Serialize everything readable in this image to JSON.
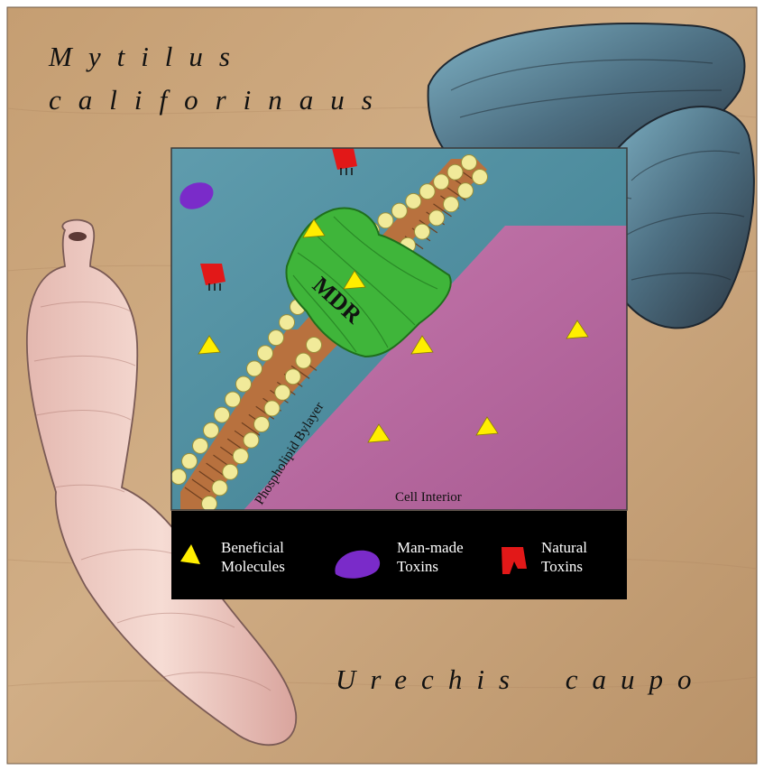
{
  "species": {
    "mussel_genus": "Mytilus",
    "mussel_species": "califorinaus",
    "worm": "Urechis caupo"
  },
  "diagram": {
    "protein_label": "MDR",
    "membrane_label": "Phospholipid Bylayer",
    "interior_label": "Cell Interior"
  },
  "legend": {
    "beneficial_line1": "Beneficial",
    "beneficial_line2": "Molecules",
    "manmade_line1": "Man-made",
    "manmade_line2": "Toxins",
    "natural_line1": "Natural",
    "natural_line2": "Toxins"
  },
  "colors": {
    "background": "#c9a47d",
    "exterior_water": "#4d8ea0",
    "cell_interior": "#b8679f",
    "membrane_heads": "#f1ea9a",
    "membrane_tails": "#b8713e",
    "mdr_protein": "#3fb53a",
    "beneficial_molecule": "#ffee00",
    "manmade_toxin": "#7a2bc9",
    "natural_toxin": "#e21818",
    "legend_bg": "#000000"
  }
}
